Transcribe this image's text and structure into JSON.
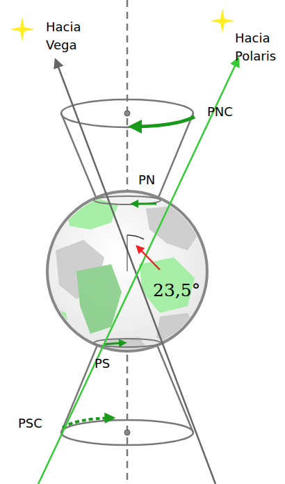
{
  "diagram": {
    "labels": [
      "Hacia Vega",
      "Hacia Polaris",
      "PNC",
      "PN",
      "PS",
      "PSC",
      "23,5°"
    ]
  }
}
